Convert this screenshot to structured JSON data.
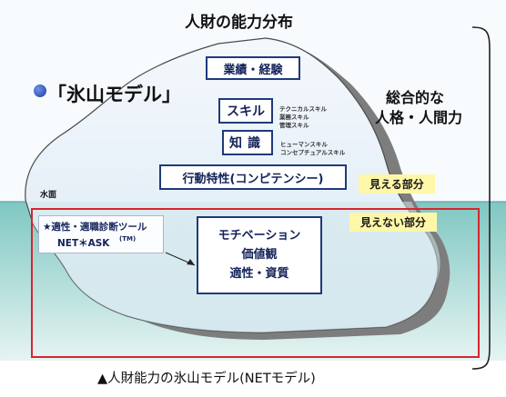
{
  "title": "人財の能力分布",
  "model_label": "「氷山モデル」",
  "right_label": [
    "総合的な",
    "人格・人間力"
  ],
  "water_label": "水面",
  "boxes": {
    "performance": "業績・経験",
    "skill": "スキル",
    "knowledge": "知識",
    "competency": "行動特性(コンピテンシー)",
    "inner": [
      "モチベーション",
      "価値観",
      "適性・資質"
    ]
  },
  "skill_notes": [
    "テクニカルスキル",
    "業務スキル",
    "管理スキル"
  ],
  "knowledge_notes": [
    "ヒューマンスキル",
    "コンセプチュアルスキル"
  ],
  "visible_tag": "見える部分",
  "invisible_tag": "見えない部分",
  "tool": {
    "line1": "★適性・適職診断ツール",
    "line2": "NET＊ASK",
    "tm": "(TM)"
  },
  "caption": "▲人財能力の氷山モデル(NETモデル)",
  "colors": {
    "water_top": "#7fc7c2",
    "water_bottom": "#e6f4f2",
    "ice": "#eaf3fb",
    "navy": "#1f3a7a",
    "red": "#d7262e",
    "yellow": "#fff7a8",
    "bullet": "#2a52be"
  }
}
